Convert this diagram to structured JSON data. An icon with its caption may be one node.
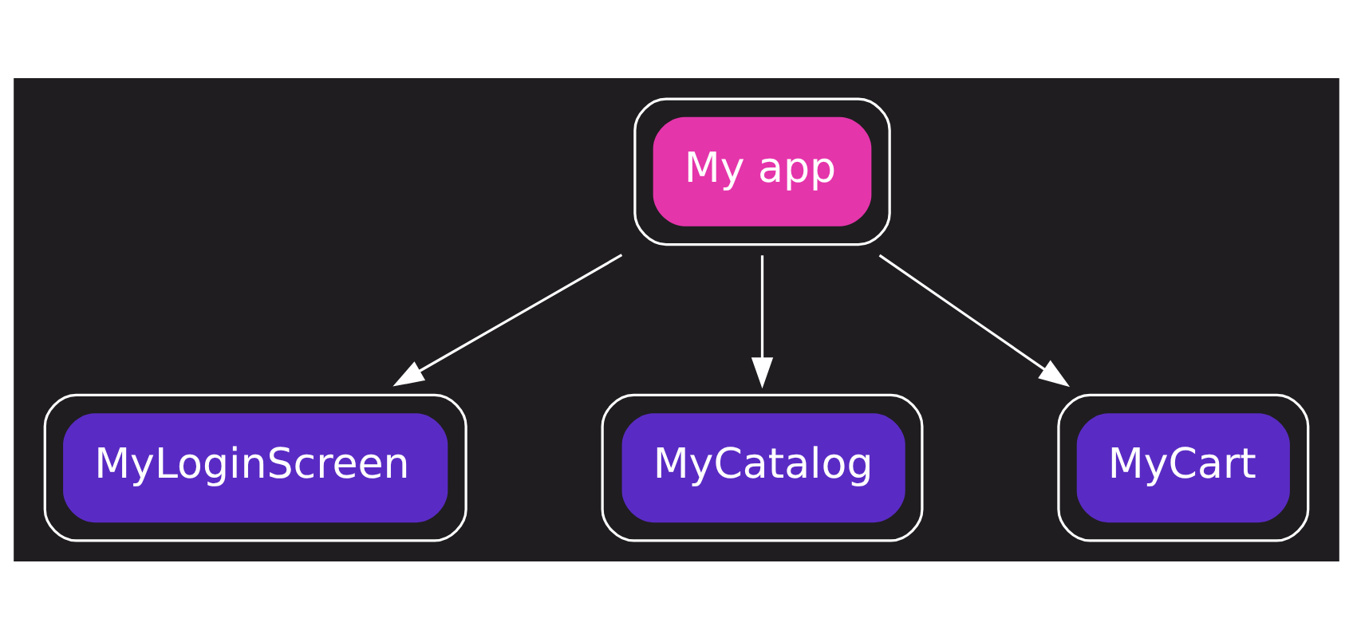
{
  "diagram": {
    "nodes": [
      {
        "text": [
          "My app"
        ]
      },
      {
        "text": [
          "MyLoginScreen"
        ]
      },
      {
        "text": [
          "MyCatalog"
        ]
      },
      {
        "text": [
          "MyCart"
        ]
      }
    ],
    "edges": [
      {
        "from": 0,
        "to": 1,
        "arrow": "to"
      },
      {
        "from": 0,
        "to": 2,
        "arrow": "to"
      },
      {
        "from": 0,
        "to": 3,
        "arrow": "to"
      }
    ]
  }
}
